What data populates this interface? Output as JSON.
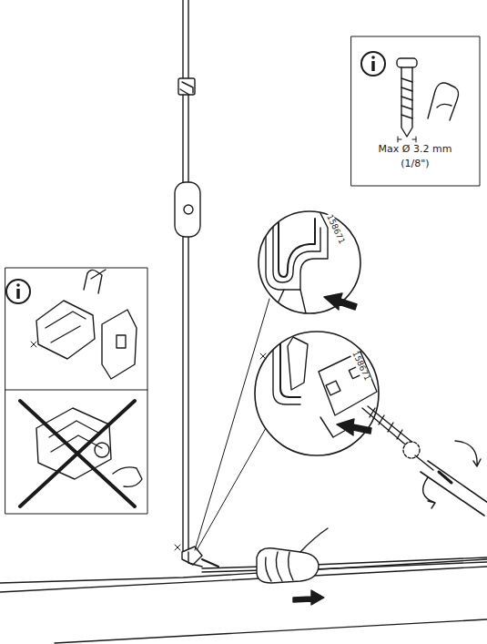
{
  "diagram": {
    "labels": [
      "Max Ø 3.2 mm",
      "(1/8\")",
      "158671",
      "158671"
    ]
  }
}
